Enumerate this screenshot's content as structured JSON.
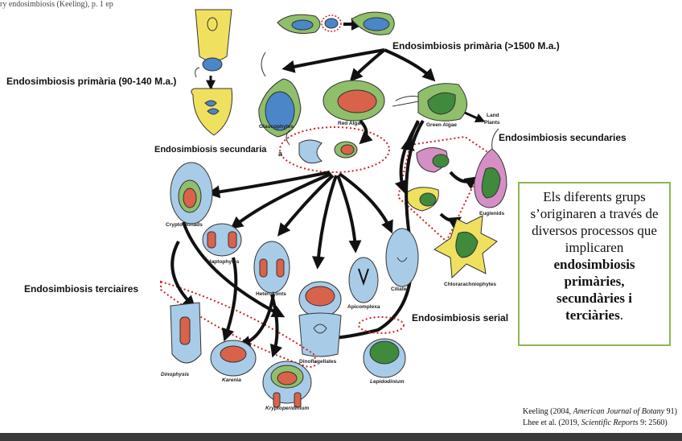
{
  "top_fragment": "ry endosimbiosis (Keeling), p. 1 ep",
  "labels": {
    "primaria_old": "Endosimbiosis primària (90-140 M.a.)",
    "primaria_main": "Endosimbiosis primària (>1500 M.a.)",
    "secundaria": "Endosimbiosis secundaria",
    "secundaries": "Endosimbiosis secundaries",
    "terciaires": "Endosimbiosis terciaires",
    "serial": "Endosimbiosis serial",
    "a_marker": "a"
  },
  "organisms": {
    "glaucophytes": "Glaucophytes",
    "red_algae": "Red Algae",
    "green_algae": "Green Algae",
    "land_plants_1": "Land",
    "land_plants_2": "Plants",
    "euglenids": "Euglenids",
    "chlorarachniophytes": "Chlorarachniophytes",
    "cryptomonads": "Cryptomonads",
    "haptophytes": "Haptophytes",
    "heterokonts": "Heterokonts",
    "apicomplexa": "Apicomplexa",
    "ciliates": "Ciliates",
    "dinoflagellates": "Dinoflagellates",
    "dinophysis": "Dinophysis",
    "karenia": "Karenia",
    "kryptoperidinium": "Kryptoperidinium",
    "lepidodinium": "Lepidodinium"
  },
  "textbox": {
    "line1": "Els diferents grups",
    "line2": "s’originaren a través de",
    "line3": "diversos processos que",
    "line4": "implicaren",
    "bold1": "endosimbiosis",
    "bold2": "primàries,",
    "bold3": "secundàries i",
    "bold4": "terciàries",
    "end": "."
  },
  "citations": {
    "c1_pre": "Keeling (2004, ",
    "c1_it": "American Journal of Botany",
    "c1_post": " 91)",
    "c2_pre": "Lhee et al. (2019, ",
    "c2_it": "Scientific Reports",
    "c2_post": " 9: 2560)"
  },
  "colors": {
    "host_blue": "#a8cbe8",
    "red_algae": "#d9634a",
    "green_plastid": "#3f8a3d",
    "green_cell": "#8fbf6a",
    "yellow": "#f0e060",
    "pink": "#d68fc4",
    "accent_box": "#8ab84a",
    "dotted_red": "#d22020"
  }
}
